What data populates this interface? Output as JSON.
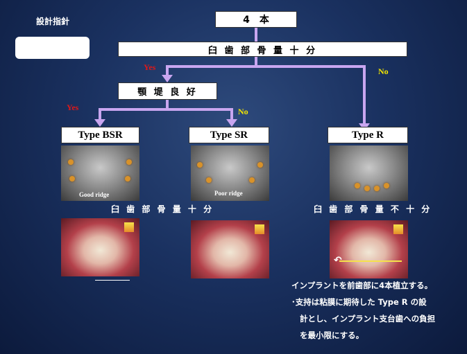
{
  "slide_label": "設計指針",
  "top_box": "4　本",
  "level1_box": "臼 歯 部 骨 量 十 分",
  "level2_box": "顎 堤 良 好",
  "branch1": {
    "yes": "Yes",
    "no": "No"
  },
  "branch2": {
    "yes": "Yes",
    "no": "No"
  },
  "types": {
    "bsr": "Type BSR",
    "sr": "Type SR",
    "r": "Type R"
  },
  "captions": {
    "good_ridge": "Good ridge",
    "poor_ridge": "Poor ridge"
  },
  "bone_enough": "臼 歯 部 骨 量 十 分",
  "bone_not_enough": "臼 歯 部 骨 量 不 十 分",
  "notes": [
    "インプラントを前歯部に4本植立する。",
    "･支持は粘膜に期待した Type  R の設",
    "計とし、インプラント支台歯への負担",
    "を最小限にする。"
  ],
  "colors": {
    "arrow": "#c9a6f0",
    "yes": "#e01818",
    "no": "#f2e600"
  }
}
